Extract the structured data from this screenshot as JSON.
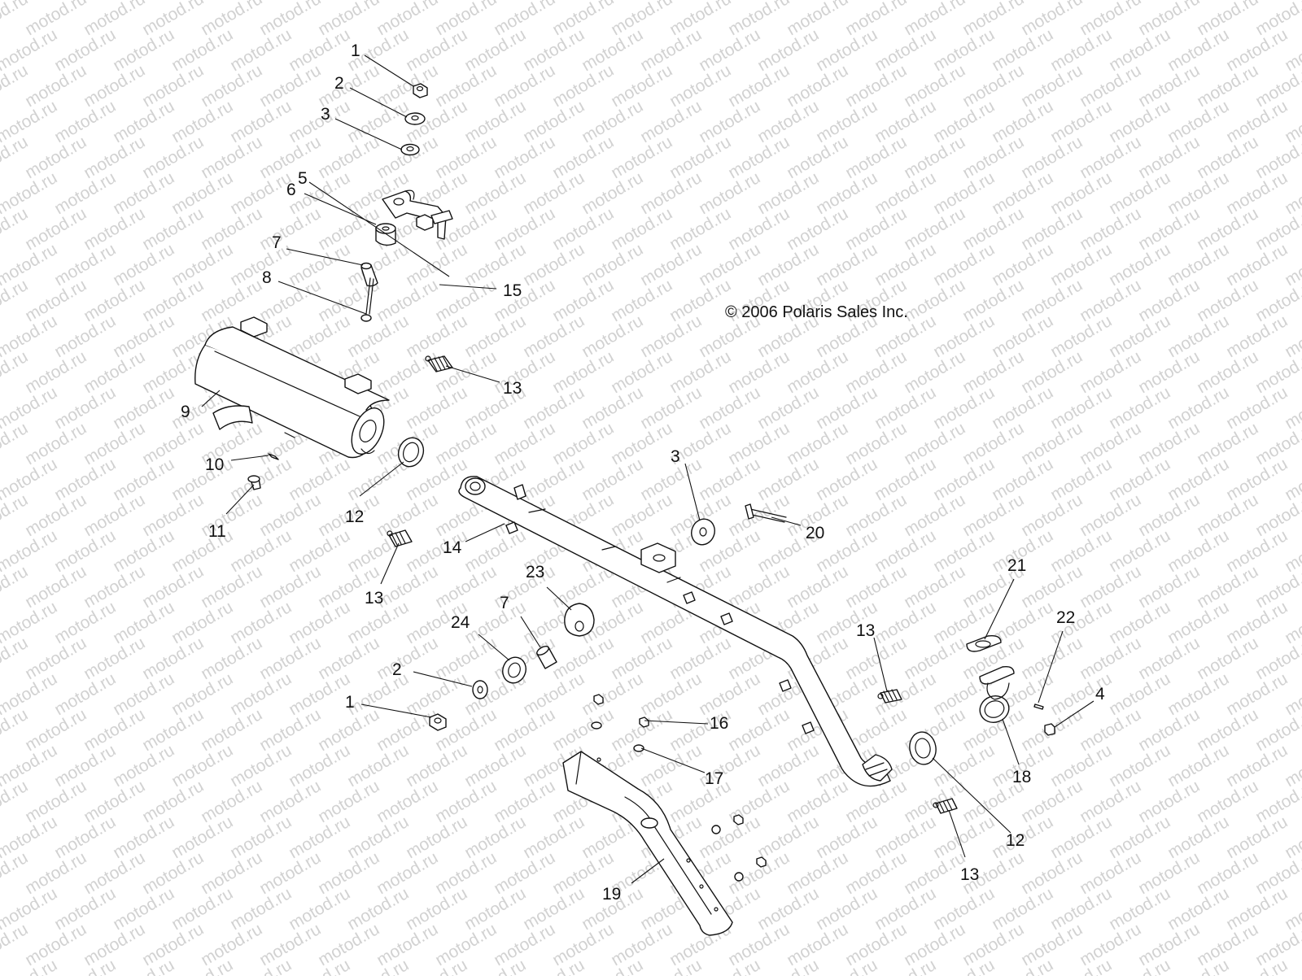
{
  "diagram": {
    "copyright": "© 2006 Polaris Sales Inc.",
    "watermark": "motod.ru",
    "callouts": [
      "1",
      "2",
      "3",
      "5",
      "6",
      "7",
      "8",
      "15",
      "13",
      "9",
      "10",
      "11",
      "12",
      "14",
      "3",
      "20",
      "23",
      "7",
      "24",
      "2",
      "1",
      "13",
      "21",
      "22",
      "13",
      "4",
      "16",
      "17",
      "18",
      "12",
      "13",
      "19"
    ]
  }
}
